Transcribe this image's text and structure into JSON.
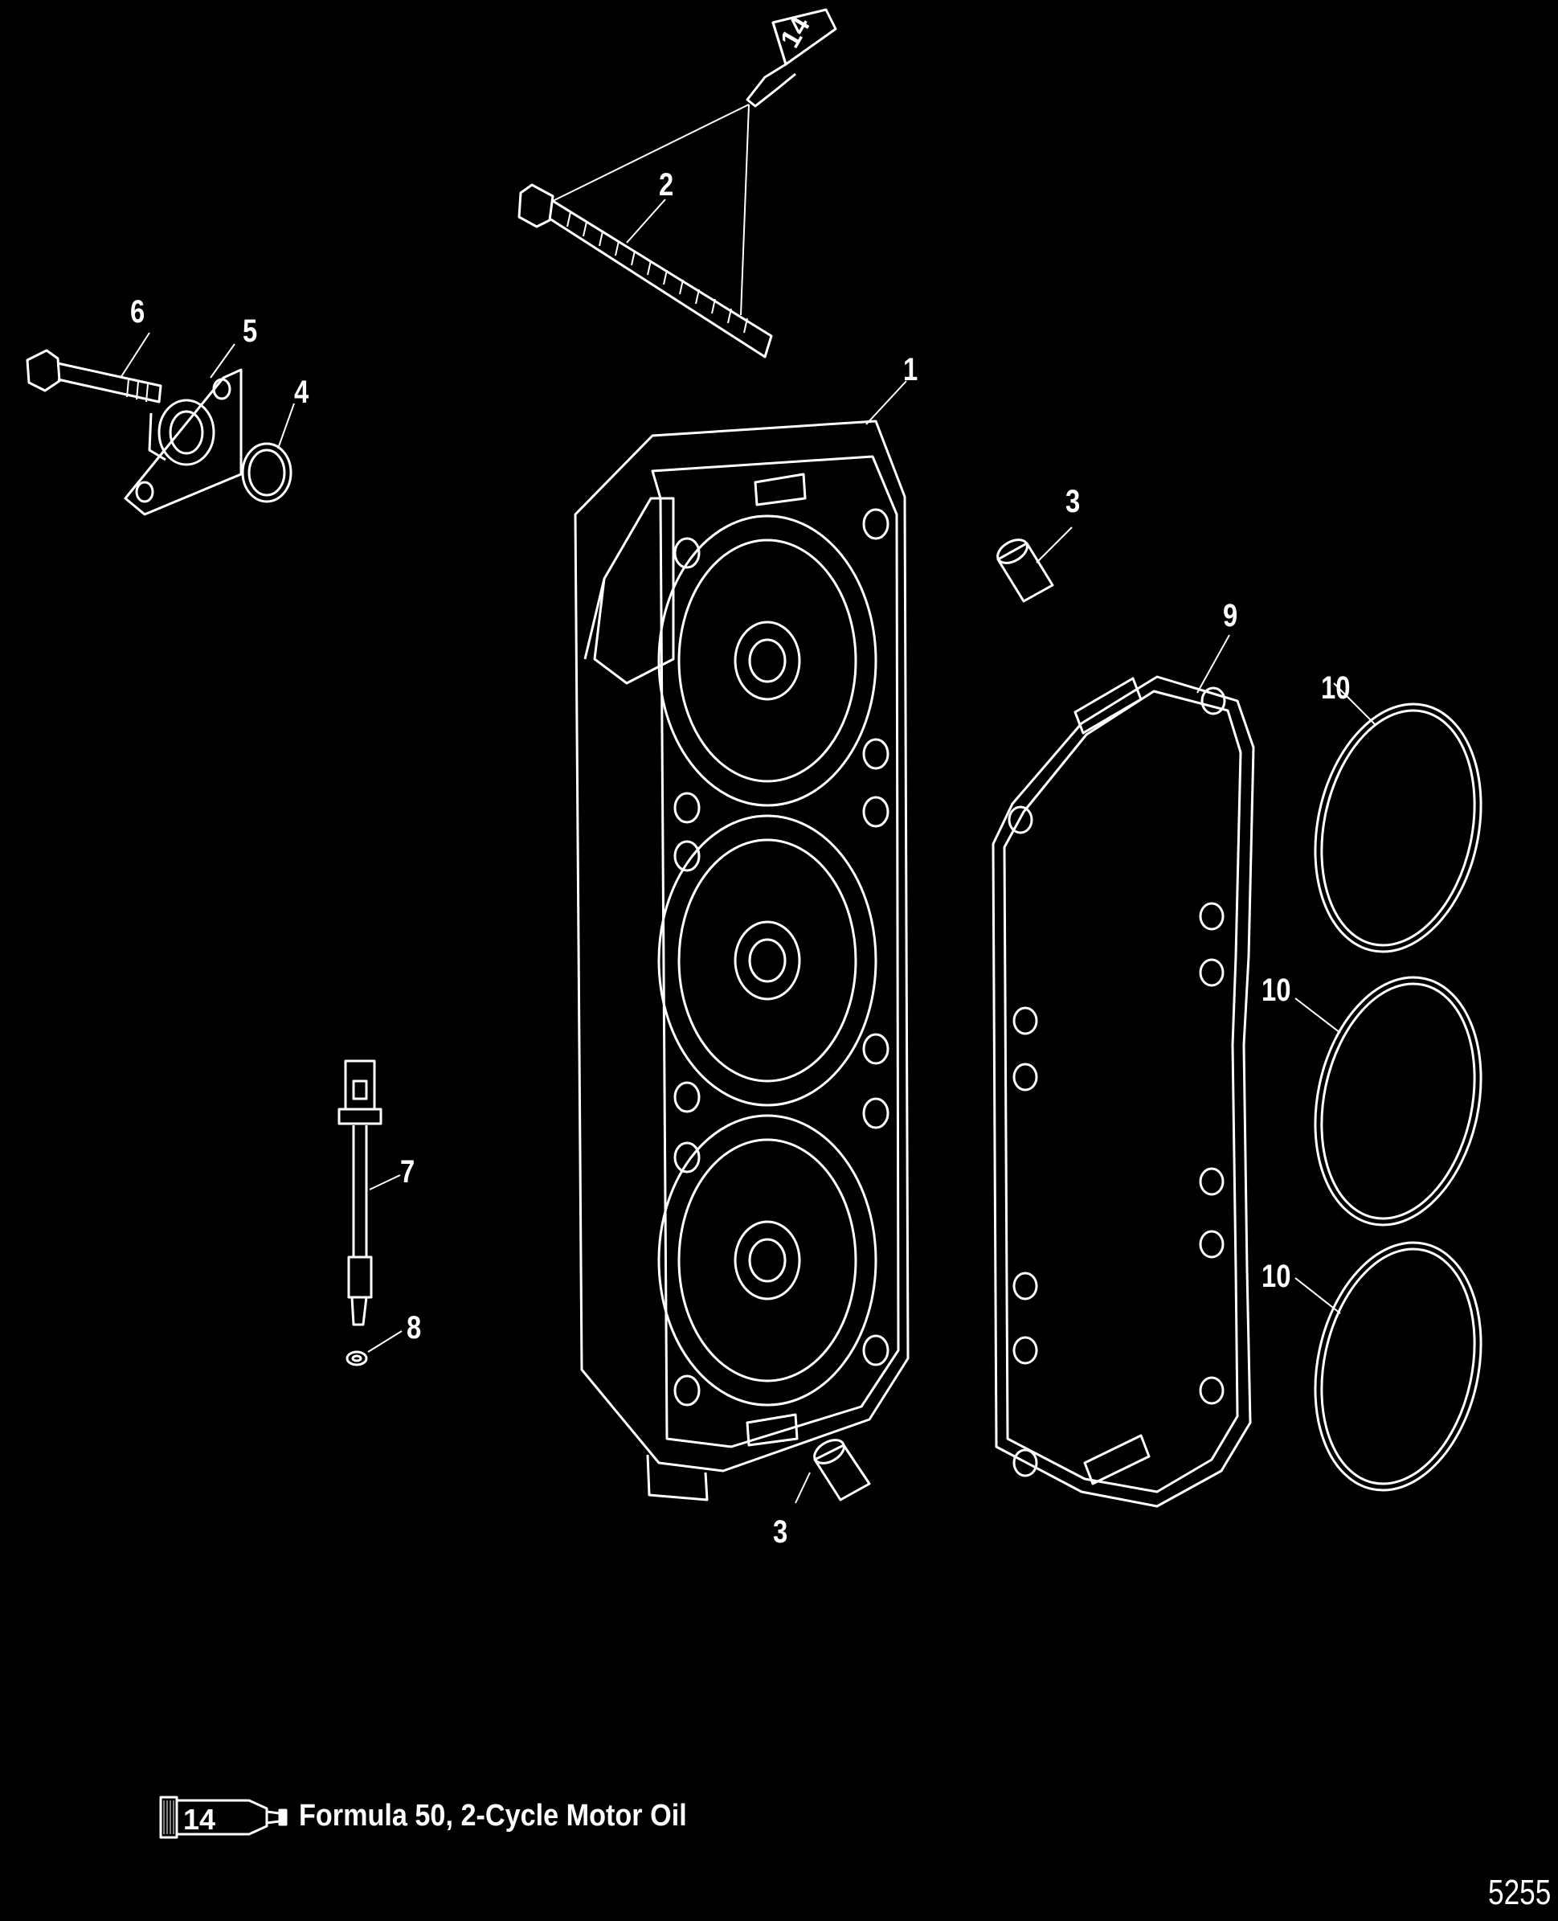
{
  "callouts": [
    {
      "id": "c1",
      "text": "1"
    },
    {
      "id": "c2",
      "text": "2"
    },
    {
      "id": "c3a",
      "text": "3"
    },
    {
      "id": "c3b",
      "text": "3"
    },
    {
      "id": "c4",
      "text": "4"
    },
    {
      "id": "c5",
      "text": "5"
    },
    {
      "id": "c6",
      "text": "6"
    },
    {
      "id": "c7",
      "text": "7"
    },
    {
      "id": "c8",
      "text": "8"
    },
    {
      "id": "c9",
      "text": "9"
    },
    {
      "id": "c10a",
      "text": "10"
    },
    {
      "id": "c10b",
      "text": "10"
    },
    {
      "id": "c10c",
      "text": "10"
    }
  ],
  "lubricant_tube_number": "14",
  "legend": {
    "tube_number": "14",
    "text": "Formula 50, 2-Cycle Motor Oil"
  },
  "figure_id": "5255"
}
